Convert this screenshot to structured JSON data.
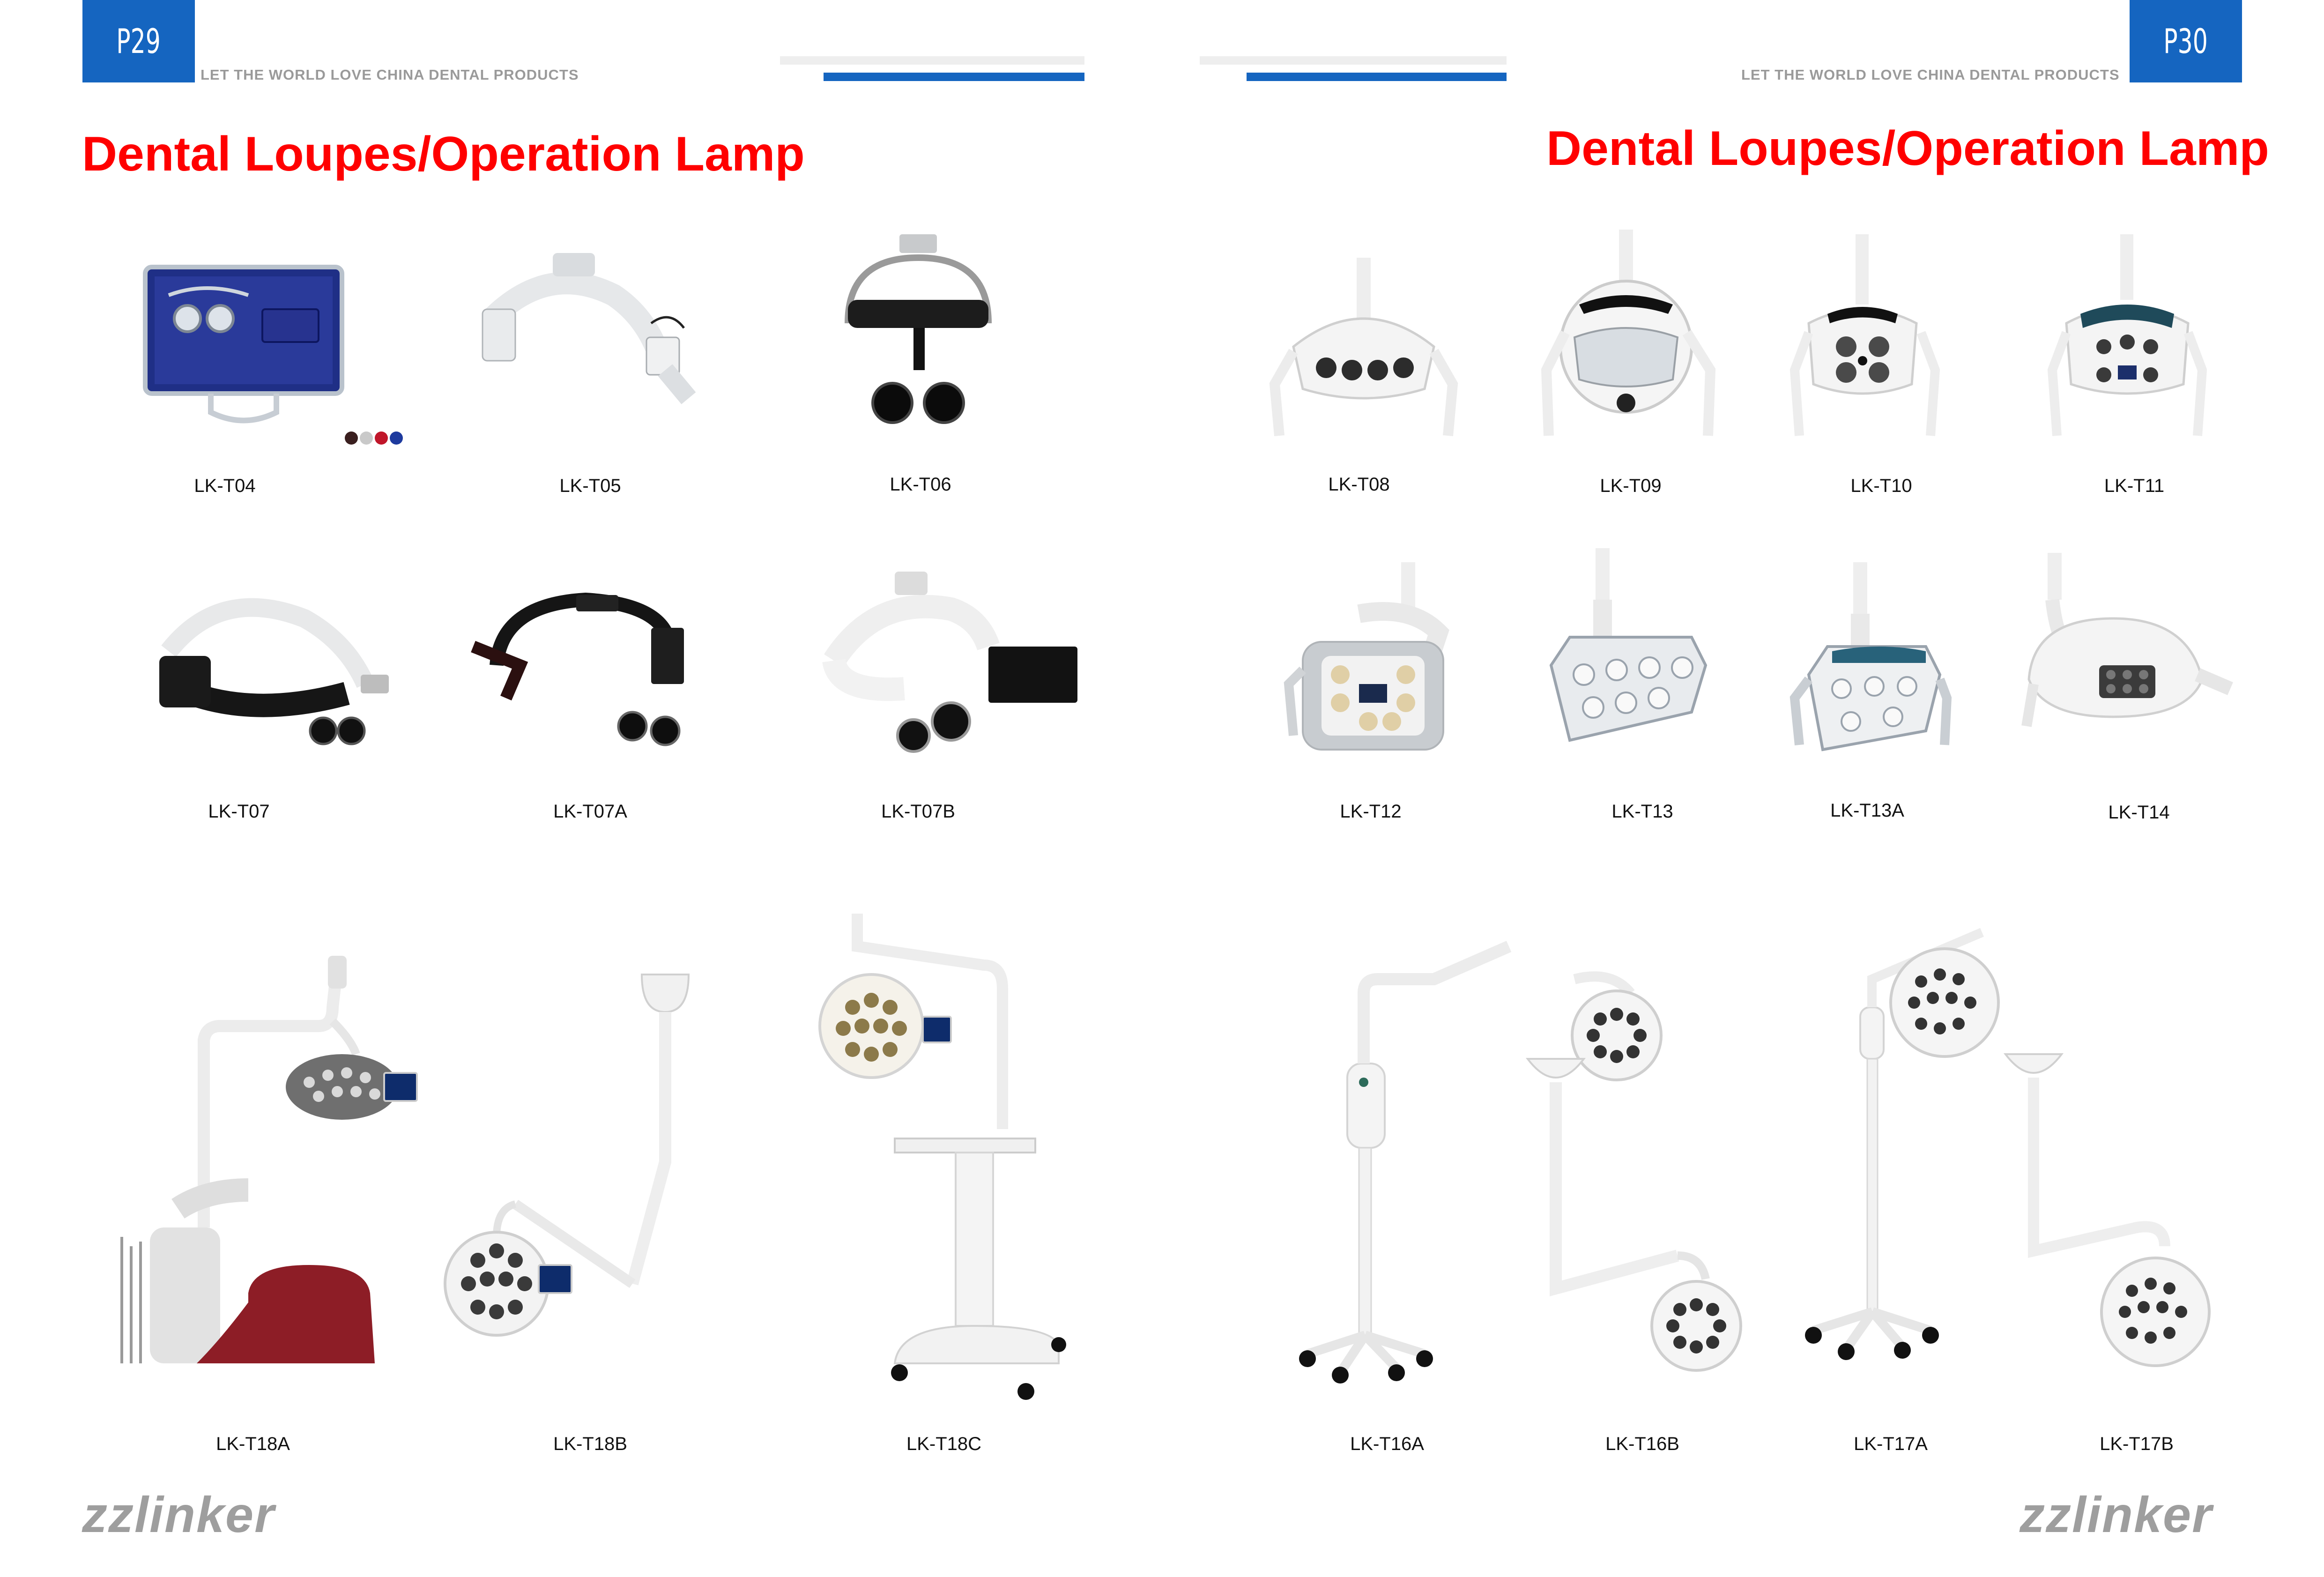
{
  "left": {
    "page_number": "P29",
    "slogan": "LET THE WORLD LOVE CHINA DENTAL PRODUCTS",
    "title": "Dental Loupes/Operation Lamp",
    "labels": [
      "LK-T04",
      "LK-T05",
      "LK-T06",
      "LK-T07",
      "LK-T07A",
      "LK-T07B",
      "LK-T18A",
      "LK-T18B",
      "LK-T18C"
    ],
    "logo": "zzlinker"
  },
  "right": {
    "page_number": "P30",
    "slogan": "LET THE WORLD LOVE CHINA DENTAL PRODUCTS",
    "title": "Dental Loupes/Operation Lamp",
    "labels": [
      "LK-T08",
      "LK-T09",
      "LK-T10",
      "LK-T11",
      "LK-T12",
      "LK-T13",
      "LK-T13A",
      "LK-T14",
      "LK-T16A",
      "LK-T16B",
      "LK-T17A",
      "LK-T17B"
    ],
    "logo": "zzlinker"
  },
  "colors": {
    "accent_blue": "#1565c0",
    "title_red": "#ff0000",
    "case_blue": "#1f2f86",
    "lamp_grey": "#6f6f6f"
  },
  "icons": [
    "loupe-case-image",
    "headlight-image",
    "loupe-headband-image",
    "dental-lamp-image",
    "floor-stand-lamp-image",
    "ceiling-lamp-image"
  ]
}
